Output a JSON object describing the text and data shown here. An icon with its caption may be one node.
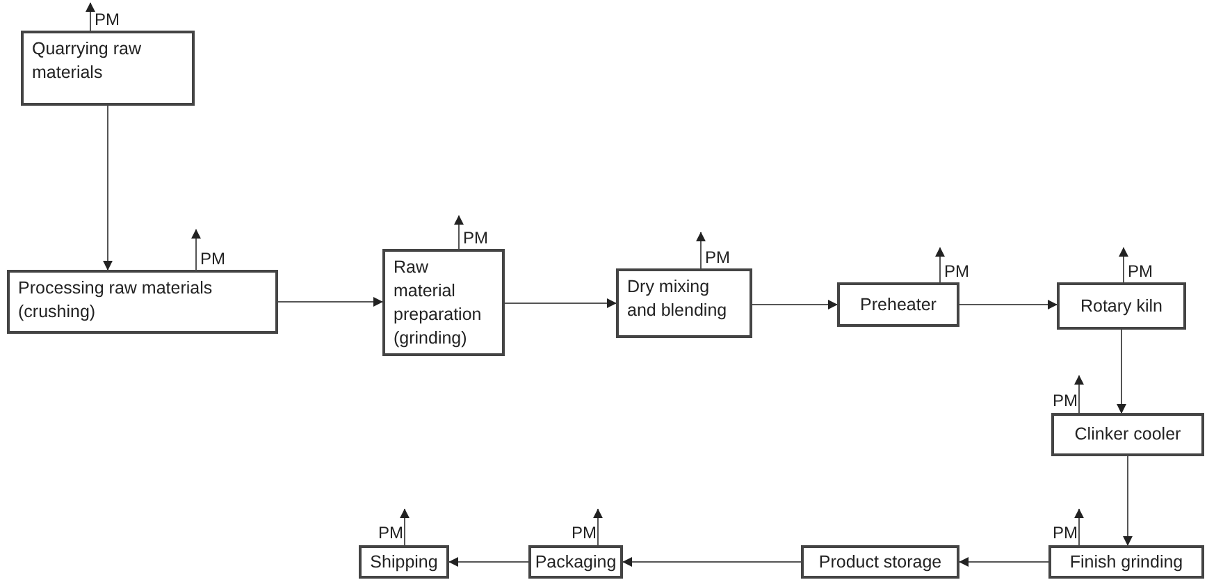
{
  "diagram": {
    "nodes": [
      {
        "text": [
          "Quarrying raw materials"
        ]
      },
      {
        "text": [
          "Processing raw materials (crushing)"
        ]
      },
      {
        "text": [
          "Raw material preparation (grinding)"
        ]
      },
      {
        "text": [
          "Dry mixing and blending"
        ]
      },
      {
        "text": [
          "Preheater"
        ]
      },
      {
        "text": [
          "Rotary kiln"
        ]
      },
      {
        "text": [
          "Clinker cooler"
        ]
      },
      {
        "text": [
          "Finish grinding"
        ]
      },
      {
        "text": [
          "Product storage"
        ]
      },
      {
        "text": [
          "Packaging"
        ]
      },
      {
        "text": [
          "Shipping"
        ]
      }
    ],
    "edges": [
      {
        "from": 0,
        "to": 1,
        "arrow": "to"
      },
      {
        "from": 1,
        "to": 2,
        "arrow": "to"
      },
      {
        "from": 2,
        "to": 3,
        "arrow": "to"
      },
      {
        "from": 3,
        "to": 4,
        "arrow": "to"
      },
      {
        "from": 4,
        "to": 5,
        "arrow": "to"
      },
      {
        "from": 5,
        "to": 6,
        "arrow": "to"
      },
      {
        "from": 6,
        "to": 7,
        "arrow": "to"
      },
      {
        "from": 7,
        "to": 8,
        "arrow": "to"
      },
      {
        "from": 8,
        "to": 9,
        "arrow": "to"
      },
      {
        "from": 9,
        "to": 10,
        "arrow": "to"
      },
      {
        "from": 0,
        "to": null,
        "arrow": "to",
        "label": "PM"
      },
      {
        "from": 1,
        "to": null,
        "arrow": "to",
        "label": "PM"
      },
      {
        "from": 2,
        "to": null,
        "arrow": "to",
        "label": "PM"
      },
      {
        "from": 3,
        "to": null,
        "arrow": "to",
        "label": "PM"
      },
      {
        "from": 4,
        "to": null,
        "arrow": "to",
        "label": "PM"
      },
      {
        "from": 5,
        "to": null,
        "arrow": "to",
        "label": "PM"
      },
      {
        "from": 6,
        "to": null,
        "arrow": "to",
        "label": "PM"
      },
      {
        "from": 7,
        "to": null,
        "arrow": "to",
        "label": "PM"
      },
      {
        "from": 9,
        "to": null,
        "arrow": "to",
        "label": "PM"
      },
      {
        "from": 10,
        "to": null,
        "arrow": "to",
        "label": "PM"
      }
    ]
  }
}
